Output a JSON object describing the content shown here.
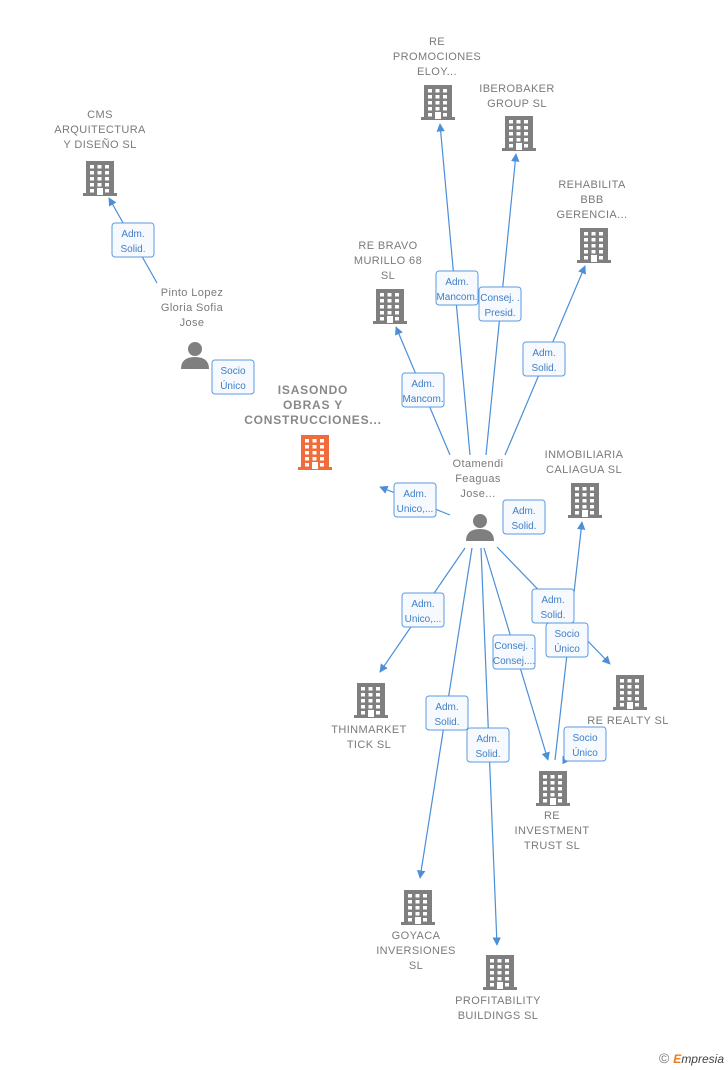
{
  "nodes": [
    {
      "id": "cms",
      "kind": "company",
      "lines": [
        "CMS",
        "ARQUITECTURA",
        "Y DISEÑO  SL"
      ]
    },
    {
      "id": "pinto",
      "kind": "person",
      "lines": [
        "Pinto Lopez",
        "Gloria Sofia",
        "Jose"
      ]
    },
    {
      "id": "isasondo",
      "kind": "company",
      "main": true,
      "lines": [
        "ISASONDO",
        "OBRAS Y",
        "CONSTRUCCIONES..."
      ]
    },
    {
      "id": "re_promociones",
      "kind": "company",
      "lines": [
        "RE",
        "PROMOCIONES",
        "ELOY..."
      ]
    },
    {
      "id": "iberobaker",
      "kind": "company",
      "lines": [
        "IBEROBAKER",
        "GROUP  SL"
      ]
    },
    {
      "id": "rehabilita",
      "kind": "company",
      "lines": [
        "REHABILITA",
        "BBB",
        "GERENCIA..."
      ]
    },
    {
      "id": "re_bravo",
      "kind": "company",
      "lines": [
        "RE BRAVO",
        "MURILLO 68",
        "SL"
      ]
    },
    {
      "id": "otamendi",
      "kind": "person",
      "lines": [
        "Otamendi",
        "Feaguas",
        "Jose..."
      ]
    },
    {
      "id": "inmobiliaria",
      "kind": "company",
      "lines": [
        "INMOBILIARIA",
        "CALIAGUA  SL"
      ]
    },
    {
      "id": "thinmarket",
      "kind": "company",
      "lines": [
        "THINMARKET",
        "TICK SL"
      ]
    },
    {
      "id": "re_realty",
      "kind": "company",
      "lines": [
        "RE REALTY  SL"
      ]
    },
    {
      "id": "re_investment",
      "kind": "company",
      "lines": [
        "RE",
        "INVESTMENT",
        "TRUST  SL"
      ]
    },
    {
      "id": "goyaca",
      "kind": "company",
      "lines": [
        "GOYACA",
        "INVERSIONES",
        "SL"
      ]
    },
    {
      "id": "profitability",
      "kind": "company",
      "lines": [
        "PROFITABILITY",
        "BUILDINGS  SL"
      ]
    }
  ],
  "edges": [
    {
      "from": "pinto",
      "to": "cms",
      "label": [
        "Adm.",
        "Solid."
      ]
    },
    {
      "from": "pinto",
      "to": "isasondo",
      "label": [
        "Socio",
        "Único"
      ]
    },
    {
      "from": "otamendi",
      "to": "re_promociones",
      "label": [
        "Adm.",
        "Mancom."
      ]
    },
    {
      "from": "otamendi",
      "to": "iberobaker",
      "label": [
        "Consej. .",
        "Presid."
      ]
    },
    {
      "from": "otamendi",
      "to": "rehabilita",
      "label": [
        "Adm.",
        "Solid."
      ]
    },
    {
      "from": "otamendi",
      "to": "re_bravo",
      "label": [
        "Adm.",
        "Mancom."
      ]
    },
    {
      "from": "otamendi",
      "to": "isasondo",
      "label": [
        "Adm.",
        "Unico,..."
      ]
    },
    {
      "from": "otamendi",
      "to": "re_realty",
      "label": [
        "Adm.",
        "Solid."
      ]
    },
    {
      "from": "otamendi",
      "to": "thinmarket",
      "label": [
        "Adm.",
        "Unico,..."
      ]
    },
    {
      "from": "otamendi",
      "to": "re_investment",
      "label": [
        "Consej. .",
        "Consej...."
      ]
    },
    {
      "from": "otamendi",
      "to": "goyaca",
      "label": [
        "Adm.",
        "Solid."
      ]
    },
    {
      "from": "otamendi",
      "to": "profitability",
      "label": [
        "Adm.",
        "Solid."
      ]
    },
    {
      "from": "re_investment",
      "to": "inmobiliaria",
      "label": [
        "Adm.",
        "Solid."
      ]
    },
    {
      "from": "re_investment",
      "to": "re_realty",
      "label": [
        "Socio",
        "Único"
      ]
    },
    {
      "from": "re_investment",
      "to": "re_realty",
      "label": [
        "Socio",
        "Único"
      ]
    }
  ],
  "colors": {
    "edge": "#4a8fd8",
    "company": "#7f7f7f",
    "main_company": "#f26b3a",
    "person": "#7f7f7f"
  },
  "brand": {
    "copyright": "©",
    "e": "E",
    "rest": "mpresia"
  }
}
